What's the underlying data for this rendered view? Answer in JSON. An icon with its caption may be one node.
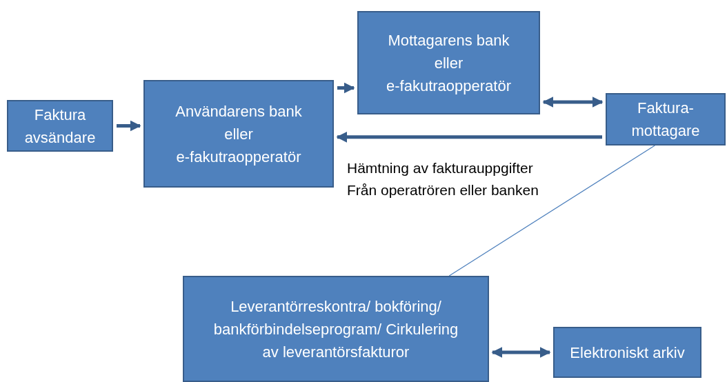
{
  "diagram": {
    "nodes": [
      {
        "text": [
          "Faktura avsändare"
        ]
      },
      {
        "text": [
          "Användarens bank eller e-fakutraopperatör"
        ]
      },
      {
        "text": [
          "Mottagarens bank eller e-fakutraopperatör"
        ]
      },
      {
        "text": [
          "Faktura- mottagare"
        ]
      },
      {
        "text": [
          "Leverantörreskontra/ bokföring/ bankförbindelseprogram/ Cirkulering av leverantörsfakturor"
        ]
      },
      {
        "text": [
          "Elektroniskt arkiv"
        ]
      }
    ],
    "edges": [
      {
        "from": 0,
        "to": 1,
        "arrow": "to"
      },
      {
        "from": 1,
        "to": 2,
        "arrow": "to"
      },
      {
        "from": 2,
        "to": 3,
        "arrow": "both"
      },
      {
        "from": 3,
        "to": 1,
        "arrow": "to"
      },
      {
        "from": 3,
        "to": 4,
        "arrow": "none",
        "color": "#4f81bd"
      },
      {
        "from": 4,
        "to": 5,
        "arrow": "both"
      }
    ],
    "labels": [
      "Hämtning av fakturauppgifter Från operatrören eller banken"
    ]
  }
}
